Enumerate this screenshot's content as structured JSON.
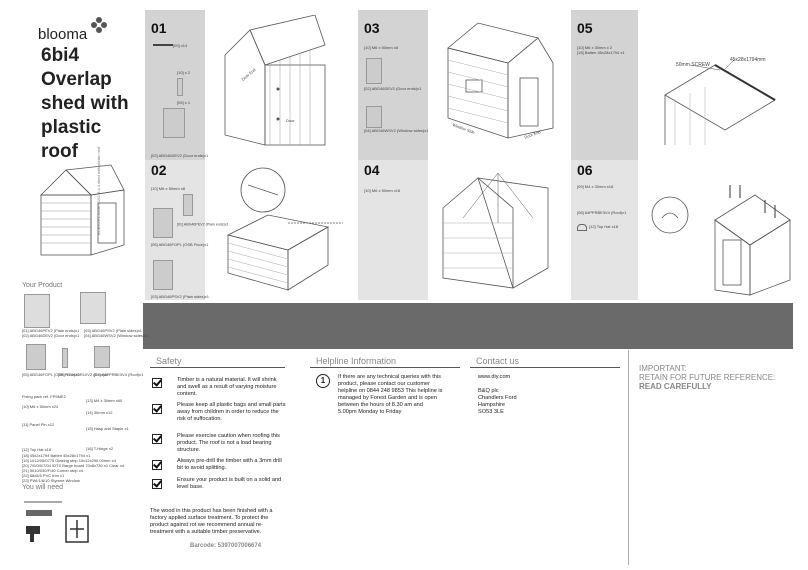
{
  "brand": {
    "name": "blooma"
  },
  "cover": {
    "title_lines": [
      "6bi4",
      "Overlap",
      "shed with",
      "plastic",
      "roof"
    ],
    "spine_text": "BOBEZE4-issue 02/11-6 x 4 shed with plastic roof"
  },
  "your_product": {
    "heading": "Your Product",
    "parts_row1": [
      "[01] ABG46PEV2 (Plain ends)x1",
      "[03] ABG46PSV2 (Plain sides)x1"
    ],
    "parts_row1b": [
      "[02] ABG46DEV2 (Door ends)x1",
      "[04] ABG46WSV2 (Window sides)x1"
    ],
    "parts_row2": [
      "[05] ABG46FOPL (OSB Floor)x1",
      "[06] YTOUOR10V2 (Door)x1",
      "[07] 64PPRBE3V4 (Roof)x1"
    ],
    "fixing_heading": "Fixing pack ref. FP6ME2",
    "fixings": [
      "[10] M6 x 50mm x24",
      "[11] Panel Pin x12",
      "[12] Top Hat x16",
      "[13] M4 x 30mm x60",
      "[14] 30mm x12",
      "[15] Hasp and Staple x1",
      "[16] T-Hinge x2"
    ],
    "extras": [
      "[18] 45x2x1794 Batten 45x28x1794 x1",
      "[19] 1012/05/0775 Glazing strip 10x12x290.00mm x4",
      "[20] 7/0/0/0/7/04 IDTS Barge board 70x8x730 x1 Clear x4",
      "[21] 5010/030/F/40 Corner strip x4",
      "[22] 68x5/5 PVC trim x1",
      "[23] PWI/1/6/10 Styrene Window"
    ],
    "you_will_need": "You will need"
  },
  "steps": [
    {
      "num": "01",
      "parts": [
        "[09] x14",
        "[10] x 2",
        "[05] x 1",
        "[02] ABG46DEV2 (Door ends)x1"
      ],
      "labels": [
        "Door End",
        "Door"
      ]
    },
    {
      "num": "02",
      "parts": [
        "[10] M6 x 50mm x8",
        "[01] ABG46PEV2 (Plain ends)x1",
        "[05] ABG46FOPL (OSB Floor)x1",
        "[03] ABG46PSV2 (Plain sides)x1"
      ]
    },
    {
      "num": "03",
      "parts": [
        "[10] M6 x 50mm x8",
        "[02] ABG46DEV2 (Door ends)x1",
        "[04] ABG46WSV2 (Window sides)x1"
      ],
      "labels": [
        "Window Side",
        "Door End"
      ]
    },
    {
      "num": "04",
      "parts": [
        "[10] M6 x 50mm x16"
      ]
    },
    {
      "num": "05",
      "parts": [
        "[10] M6 x 30mm x 2",
        "[18] Batten 45x28x1794 x1"
      ],
      "labels": [
        "50mm SCREW",
        "45x28x1794mm"
      ]
    },
    {
      "num": "06",
      "parts": [
        "[09] M4 x 30mm x18",
        "[08] 64PPRBE3V4 (Roof)x1",
        "[12] Top Hat x18"
      ]
    }
  ],
  "safety": {
    "heading": "Safety",
    "items": [
      "Timber is a natural material. It will shrink and swell as a result of varying moisture content.",
      "Please keep all plastic bags and small parts away from children in order to reduce the risk of suffocation.",
      "Please exercise caution when roofing this product. The roof is not a load bearing structure.",
      "Always pre-drill the timber with a 3mm drill bit to avoid splitting.",
      "Ensure your product is built on a solid and level base."
    ],
    "footer": "The wood in this product has been finished with a factory applied surface treatment. To protect the product against rot we recommend annual re-treatment with a suitable timber preservative.",
    "barcode": "Barcode: 5397007006674"
  },
  "helpline": {
    "heading": "Helpline Information",
    "number_icon": "1",
    "text": "If there are any technical queries with this product, please contact our customer helpline on 0844 248 9853 This helpline is managed by Forest Garden and is open between the hours of 8.30 am and 5.00pm Monday to Friday"
  },
  "contact": {
    "heading": "Contact us",
    "website": "www.diy.com",
    "address_lines": [
      "B&Q plc",
      "Chandlers Ford",
      "Hampshire",
      "SO53 3LE"
    ]
  },
  "important": {
    "line1": "IMPORTANT:",
    "line2": "RETAIN FOR FUTURE REFERENCE:",
    "line3": "READ CAREFULLY"
  },
  "colors": {
    "panel_grey": "#d3d3d3",
    "band_dark": "#666666",
    "panel_light": "#eeeeee"
  }
}
